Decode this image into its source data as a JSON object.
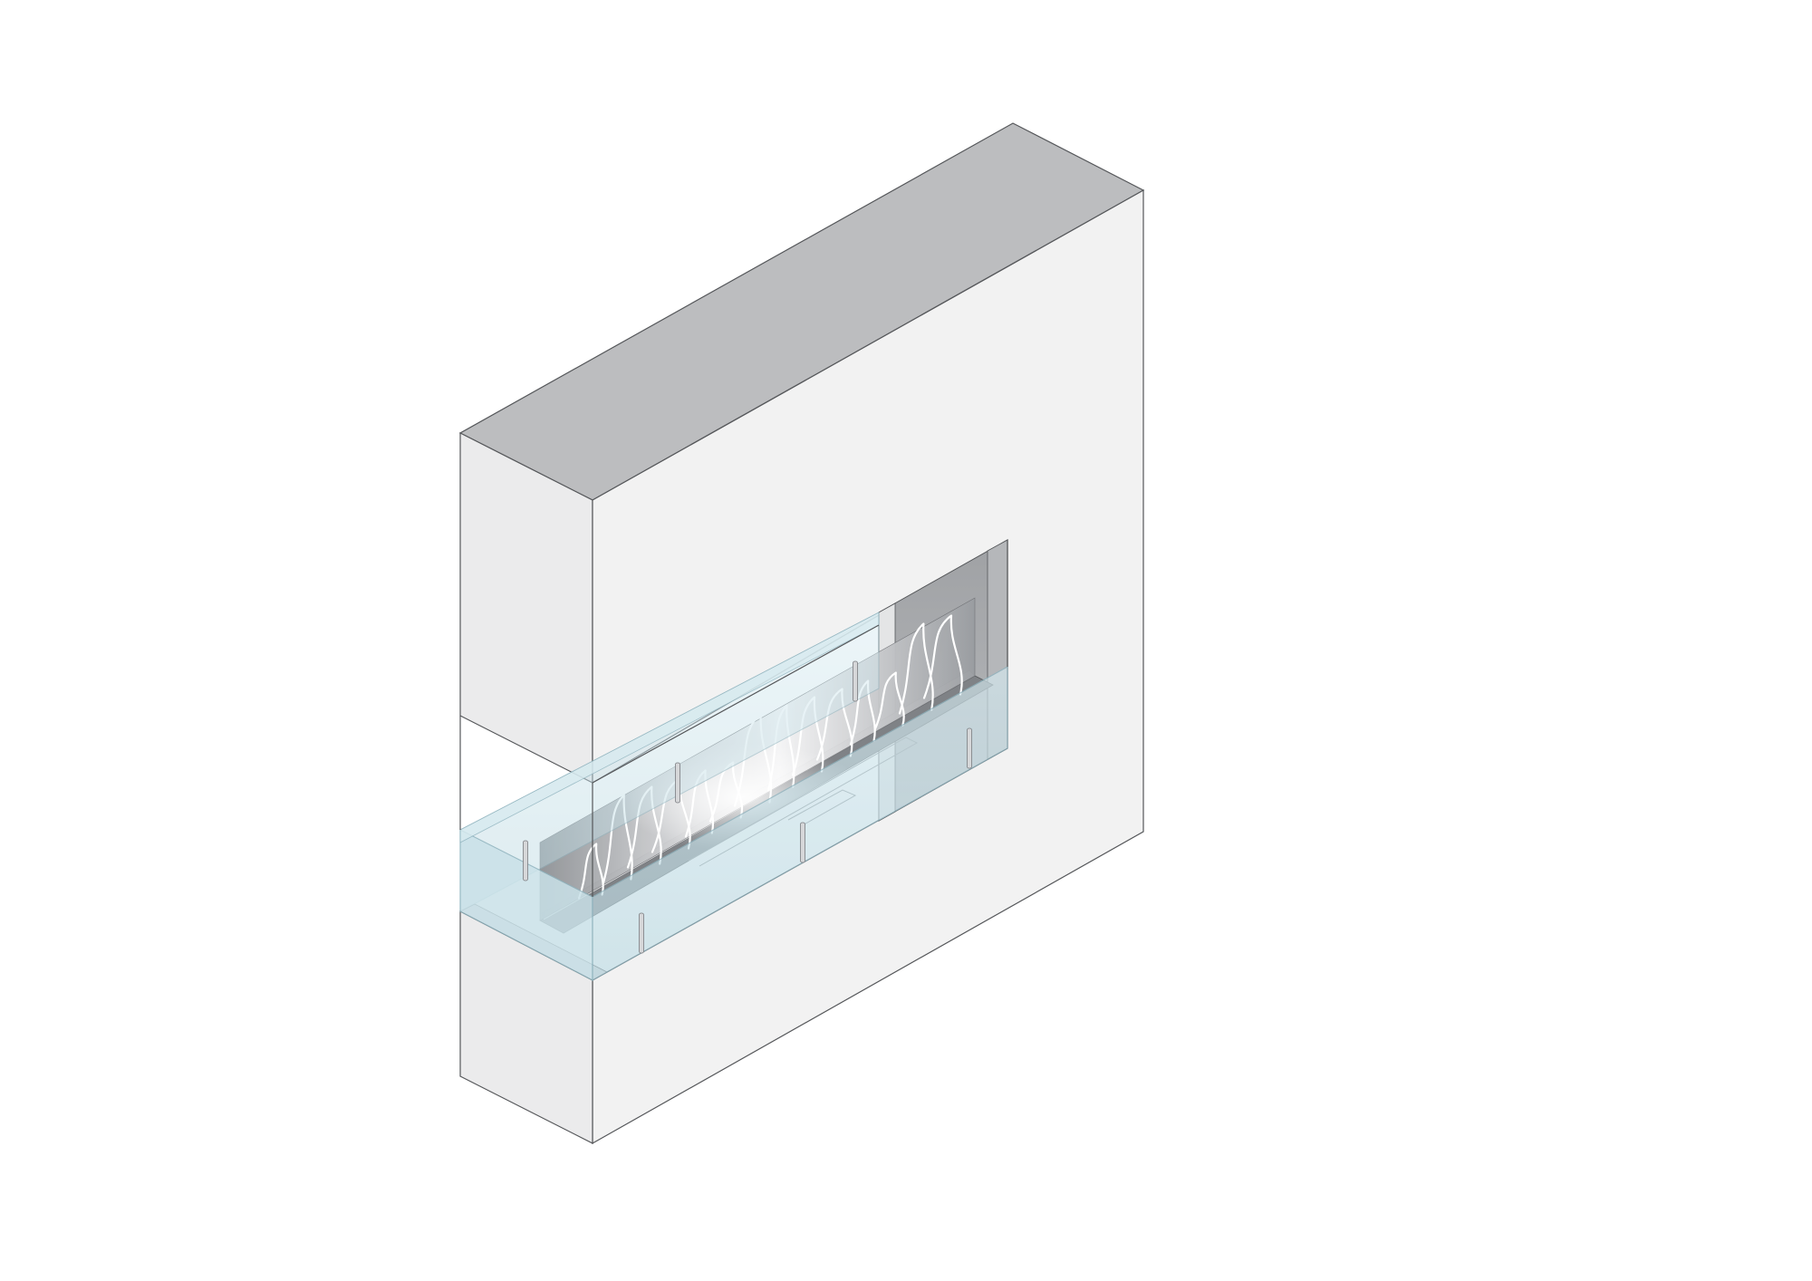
{
  "illustration": {
    "subject": "isometric-see-through-fireplace",
    "colors": {
      "background": "#ffffff",
      "front_face": "#f2f2f2",
      "top_face": "#bcbdbf",
      "side_face": "#ebebec",
      "outline": "#55575a",
      "opening_back": "#a9abae",
      "opening_side": "#b5b7ba",
      "firebox_floor": "#9c9fa3",
      "glass": "#c9e1e8",
      "glass_edge": "#8fb3be",
      "flame": "#ffffff",
      "rod": "#d6d7d9"
    },
    "glass_rods": 6,
    "flames": 14
  }
}
